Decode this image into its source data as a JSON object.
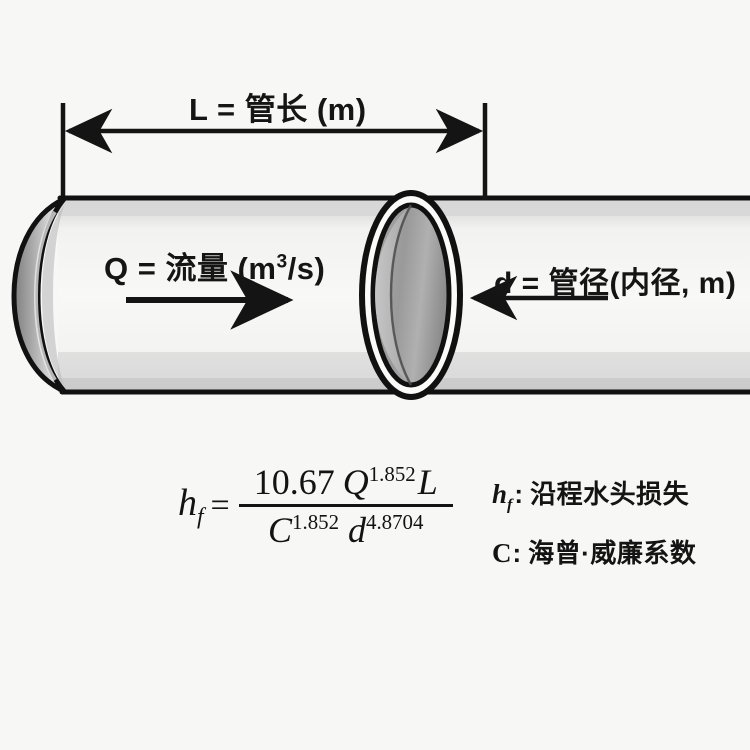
{
  "diagram": {
    "title_hidden": "",
    "background_color": "#f7f7f5",
    "ink_color": "#151515",
    "dimension": {
      "label_L": "L = 管长 (m)",
      "label_L_plain": "L = 管长 (m)"
    },
    "flow": {
      "label_prefix": "Q = 流量 (m",
      "label_exponent": "3",
      "label_suffix": "/s)",
      "arrow_direction": "right"
    },
    "diameter": {
      "label": "d = 管径(内径, m)",
      "arrow_direction": "left"
    },
    "pipe": {
      "body_fill_light": "#f4f4f2",
      "body_band_gray": "#d9d9d9",
      "rim_gray_dark": "#8f8f8f",
      "rim_gray_light": "#e8e8e8",
      "bore_gray": "#9c9c9c",
      "outline_color": "#111111"
    }
  },
  "formula": {
    "lhs_symbol": "h",
    "lhs_subscript": "f",
    "equals": "=",
    "numerator": {
      "coefficient": "10.67",
      "var_Q": "Q",
      "exp_Q": "1.852",
      "var_L": "L"
    },
    "denominator": {
      "var_C": "C",
      "exp_C": "1.852",
      "var_d": "d",
      "exp_d": "4.8704"
    },
    "full_text": "h_f = 10.67 Q^1.852 L / (C^1.852 d^4.8704)",
    "name": "Hazen-Williams"
  },
  "legend": {
    "items": [
      {
        "symbol": "h",
        "subscript": "f",
        "colon": ":",
        "description": "沿程水头损失"
      },
      {
        "symbol": "C",
        "subscript": "",
        "colon": ":",
        "description": "海曾·威廉系数"
      }
    ]
  }
}
